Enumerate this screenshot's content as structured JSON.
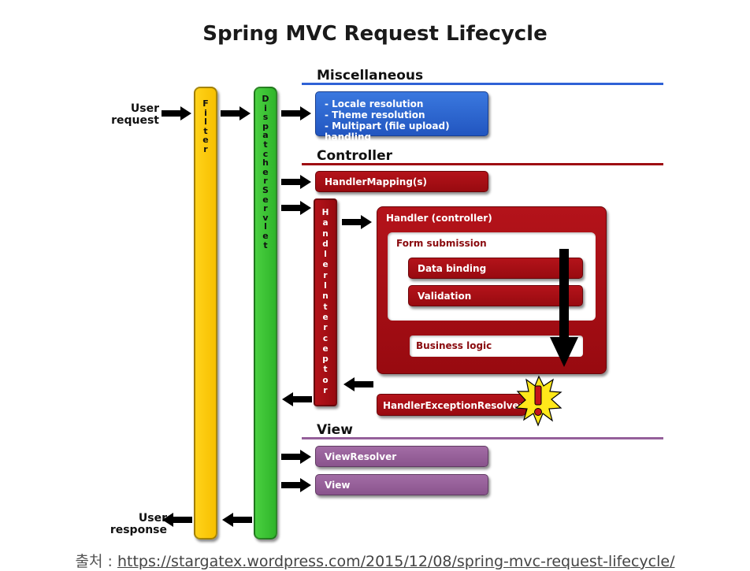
{
  "title": "Spring MVC Request Lifecycle",
  "labels": {
    "user_request": "User\nrequest",
    "user_response": "User\nresponse"
  },
  "bars": {
    "filter": "F\ni\nl\nt\ne\nr",
    "dispatcher": "D\ni\ns\np\na\nt\nc\nh\ne\nr\nS\ne\nr\nv\nl\ne\nt",
    "interceptor": "H\na\nn\nd\nl\ne\nr\nI\nn\nt\ne\nr\nc\ne\np\nt\no\nr"
  },
  "sections": {
    "misc": {
      "title": "Miscellaneous",
      "color": "#2f62d6",
      "items": [
        "- Locale resolution",
        "- Theme resolution",
        "- Multipart (file upload) handling"
      ]
    },
    "controller": {
      "title": "Controller",
      "color": "#9e0d12",
      "handler_mapping": "HandlerMapping(s)",
      "handler": "Handler (controller)",
      "form_submission": "Form submission",
      "data_binding": "Data binding",
      "validation": "Validation",
      "business_logic": "Business logic",
      "exception_resolver": "HandlerExceptionResolver"
    },
    "view": {
      "title": "View",
      "color": "#95609a",
      "view_resolver": "ViewResolver",
      "view": "View"
    }
  },
  "caption": {
    "prefix": "출처 : ",
    "link": "https://stargatex.wordpress.com/2015/12/08/spring-mvc-request-lifecycle/"
  }
}
